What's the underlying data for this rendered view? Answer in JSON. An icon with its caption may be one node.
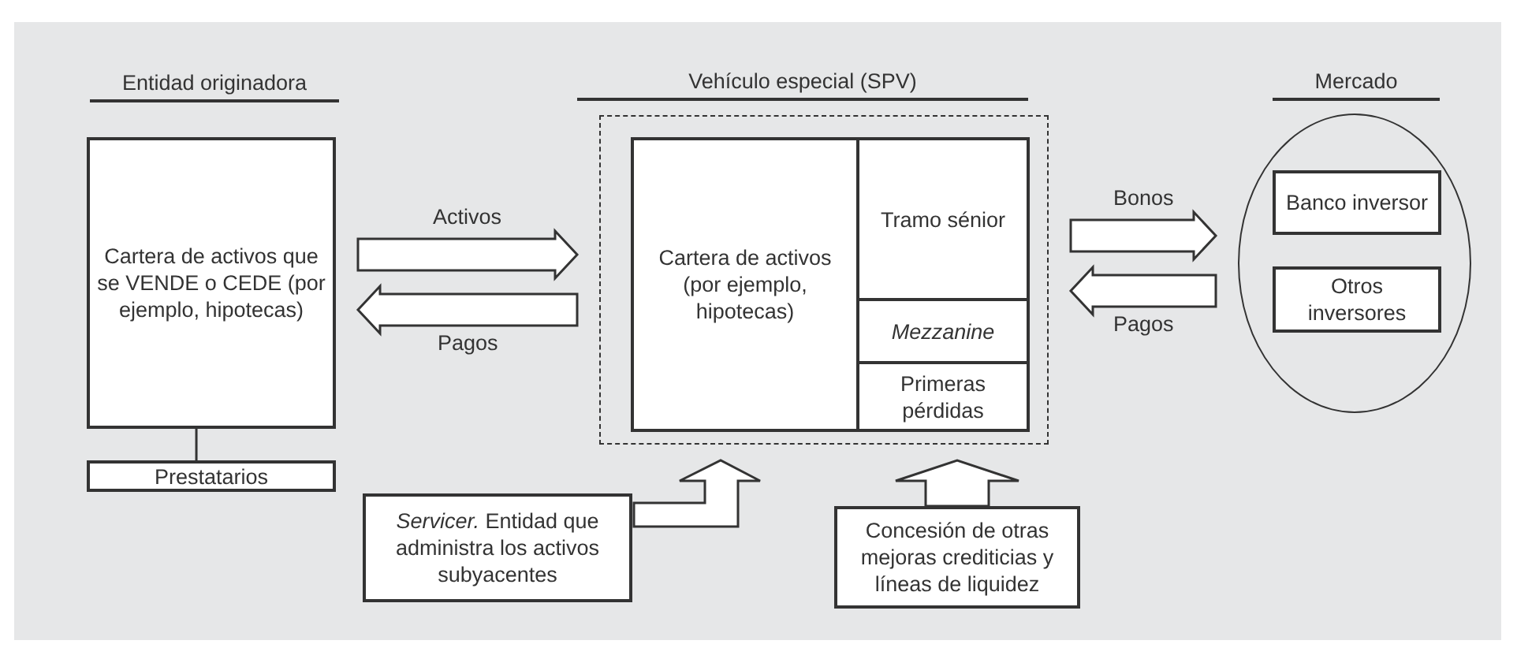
{
  "diagram": {
    "nodes": [
      {
        "text": [
          "Entidad originadora",
          "Cartera de activos que se VENDE o CEDE (por ejemplo, hipotecas)"
        ]
      },
      {
        "text": [
          "Prestatarios"
        ]
      },
      {
        "text": [
          "Vehículo especial (SPV)"
        ]
      },
      {
        "text": [
          "Cartera de activos (por ejemplo, hipotecas)"
        ],
        "in": 2
      },
      {
        "text": [
          "Tramo sénior"
        ],
        "in": 2
      },
      {
        "text": [
          "Mezzanine"
        ],
        "in": 2
      },
      {
        "text": [
          "Primeras pérdidas"
        ],
        "in": 2
      },
      {
        "text": [
          "Mercado"
        ]
      },
      {
        "text": [
          "Banco inversor"
        ],
        "in": 7
      },
      {
        "text": [
          "Otros inversores"
        ],
        "in": 7
      },
      {
        "text": [
          "*Servicer.* Entidad que administra los activos subyacentes"
        ]
      },
      {
        "text": [
          "Concesión de otras mejoras crediticias y líneas de liquidez"
        ]
      }
    ],
    "edges": [
      {
        "from": 0,
        "to": 1,
        "arrow": "none"
      },
      {
        "from": 0,
        "to": 2,
        "arrow": "to",
        "label": "Activos",
        "style": "thick"
      },
      {
        "from": 2,
        "to": 0,
        "arrow": "to",
        "label": "Pagos",
        "style": "thick"
      },
      {
        "from": 2,
        "to": 7,
        "arrow": "to",
        "label": "Bonos",
        "style": "thick"
      },
      {
        "from": 7,
        "to": 2,
        "arrow": "to",
        "label": "Pagos",
        "style": "thick"
      },
      {
        "from": 10,
        "to": 2,
        "arrow": "to",
        "style": "thick"
      },
      {
        "from": 11,
        "to": 2,
        "arrow": "to",
        "style": "thick"
      }
    ]
  }
}
